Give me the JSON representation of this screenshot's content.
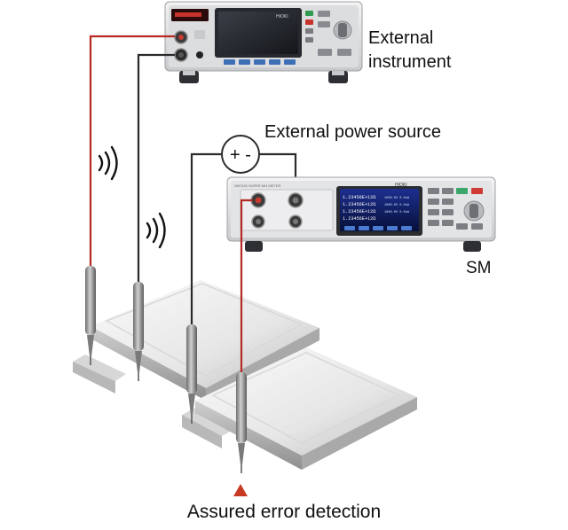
{
  "labels": {
    "external_instrument_line1": "External",
    "external_instrument_line2": "instrument",
    "external_power_source": "External power source",
    "sm": "SM",
    "caption": "Assured error detection"
  },
  "instruments": {
    "top_brand": "HIOKI",
    "sm_brand": "HIOKI",
    "sm_model": "SM7420 SUPER MΩ METER",
    "sm_readings": [
      "1.23456E+12Ω",
      "1.23456E+12Ω",
      "1.23456E+12Ω",
      "1.23456E+12Ω"
    ],
    "sm_readings_right": [
      "1000.0V 0.0nA",
      "1000.0V 0.0nA",
      "1000.0V 0.0nA"
    ]
  },
  "power_symbol": "+ -",
  "colors": {
    "red_lead": "#b52a25",
    "black_lead": "#2b2b2b",
    "marker": "#c63a24",
    "screen": "#1a1d25",
    "sm_screen": "#0d1a55",
    "panel": "#d9dadc"
  }
}
